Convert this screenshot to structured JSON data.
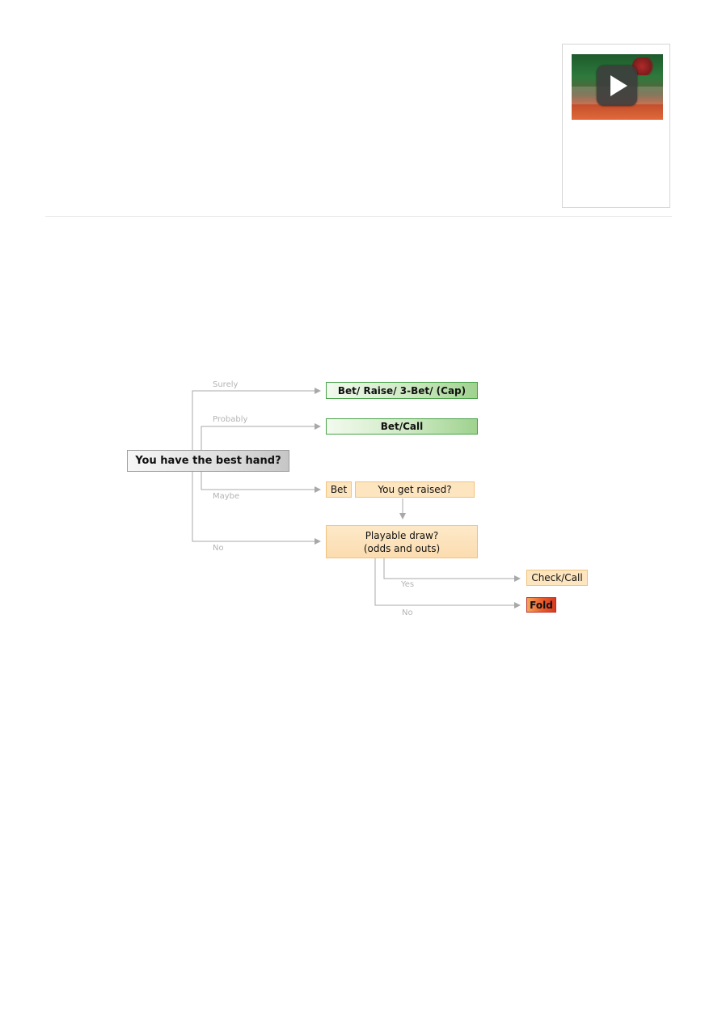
{
  "video": {
    "thumbnail_icon": "play-icon"
  },
  "flowchart": {
    "question": "You have the best hand?",
    "branches": {
      "surely": "Surely",
      "probably": "Probably",
      "maybe": "Maybe",
      "no": "No"
    },
    "nodes": {
      "bet_raise": "Bet/ Raise/ 3-Bet/ (Cap)",
      "bet_call": "Bet/Call",
      "bet": "Bet",
      "you_get_raised": "You get raised?",
      "playable_draw_line1": "Playable draw?",
      "playable_draw_line2": "(odds and outs)",
      "check_call": "Check/Call",
      "fold": "Fold"
    },
    "draw_branches": {
      "yes": "Yes",
      "no": "No"
    }
  },
  "colors": {
    "connector": "#a8a8a8",
    "green_border": "#4aa24a",
    "orange_border": "#f1c27c",
    "fold_fill": "#e04a25"
  }
}
